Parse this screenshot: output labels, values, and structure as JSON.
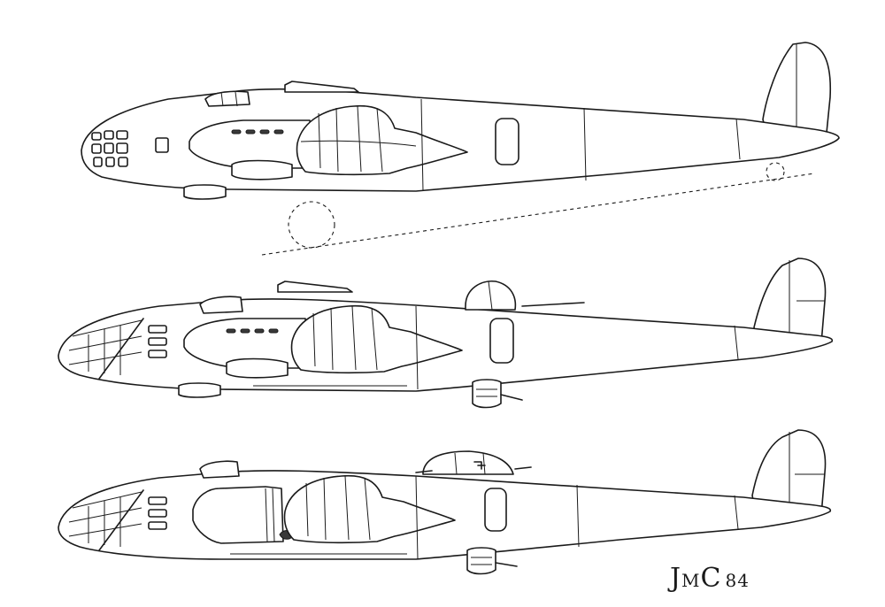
{
  "signature": {
    "j": "J",
    "m": "M",
    "c": "C",
    "year": "84"
  }
}
